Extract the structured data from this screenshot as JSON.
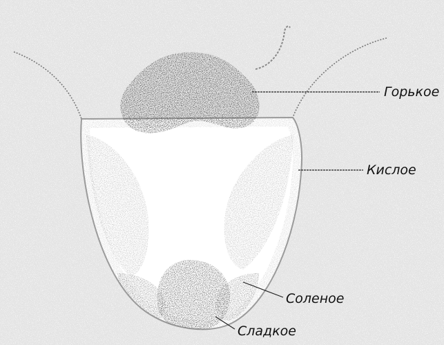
{
  "labels": {
    "bitter": "Горькое",
    "sour": "Кислое",
    "salty": "Соленое",
    "sweet": "Сладкое"
  },
  "colors": {
    "background": "#ffffff",
    "tongue_edge": "#9a9a9a",
    "sour_zone": "#b9b9b9",
    "salty_zone": "#8f8f8f",
    "sweet_zone": "#4a4a4a",
    "bitter_zone": "#2a2a2a",
    "line": "#222222"
  }
}
